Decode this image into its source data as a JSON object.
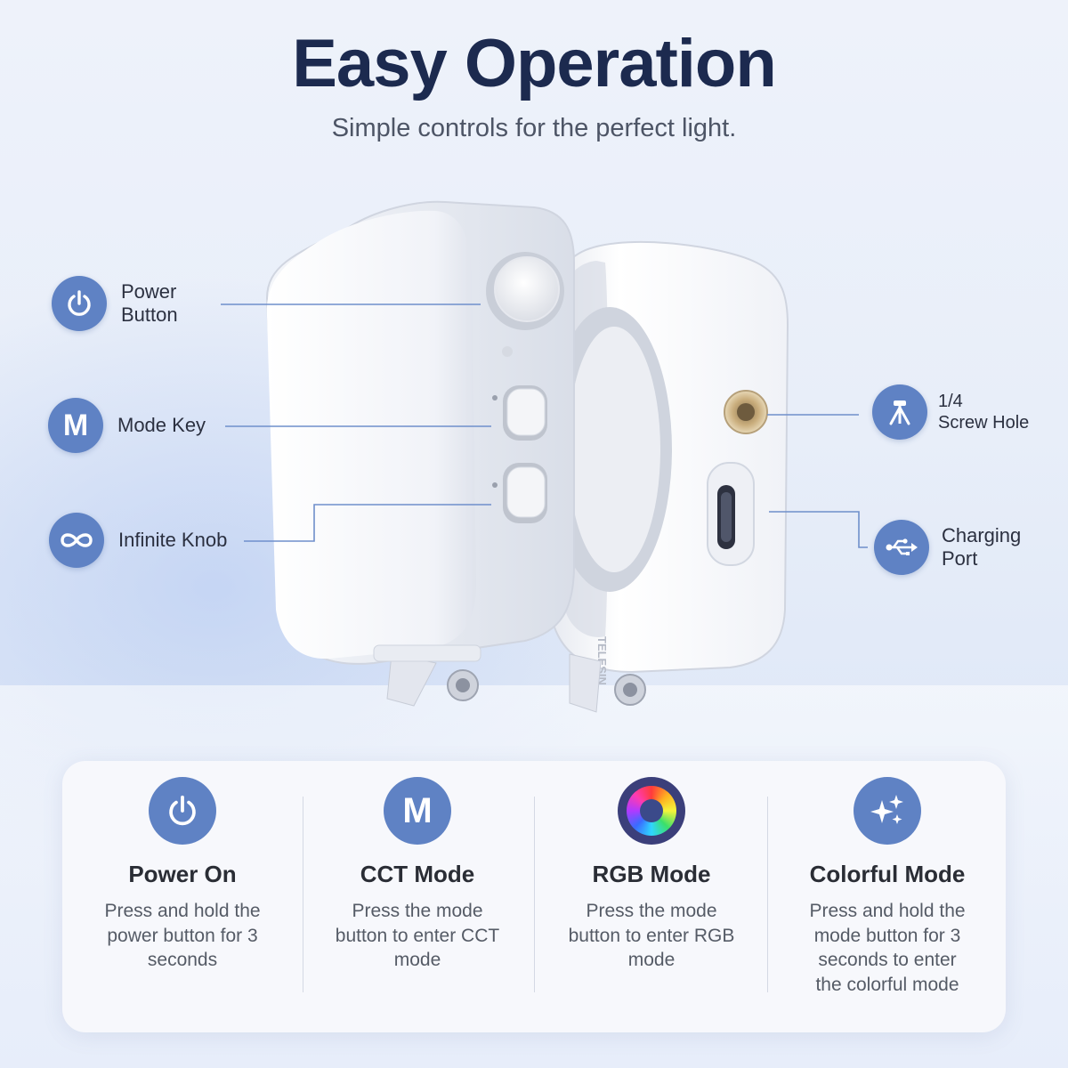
{
  "header": {
    "title": "Easy Operation",
    "subtitle": "Simple controls for the perfect light."
  },
  "callouts": {
    "power": {
      "icon": "power-icon",
      "line1": "Power",
      "line2": "Button"
    },
    "mode": {
      "icon": "m-letter-icon",
      "letter": "M",
      "label": "Mode Key"
    },
    "knob": {
      "icon": "infinity-icon",
      "label": "Infinite Knob"
    },
    "screw": {
      "icon": "tripod-icon",
      "line1": "1/4",
      "line2": "Screw Hole"
    },
    "charging": {
      "icon": "usb-icon",
      "line1": "Charging",
      "line2": "Port"
    }
  },
  "product": {
    "brand": "TELESIN"
  },
  "modes": [
    {
      "icon": "power-icon",
      "title": "Power On",
      "desc": "Press and hold the power button for 3 seconds"
    },
    {
      "icon": "m-letter-icon",
      "letter": "M",
      "title": "CCT Mode",
      "desc": "Press the mode button to enter CCT mode"
    },
    {
      "icon": "rgb-wheel-icon",
      "title": "RGB Mode",
      "desc": "Press the mode button to enter RGB mode"
    },
    {
      "icon": "sparkle-icon",
      "title": "Colorful Mode",
      "desc": "Press and hold the mode button for 3 seconds to enter the colorful mode"
    }
  ],
  "colors": {
    "accent": "#5f82c4",
    "title": "#1c2a4f"
  }
}
